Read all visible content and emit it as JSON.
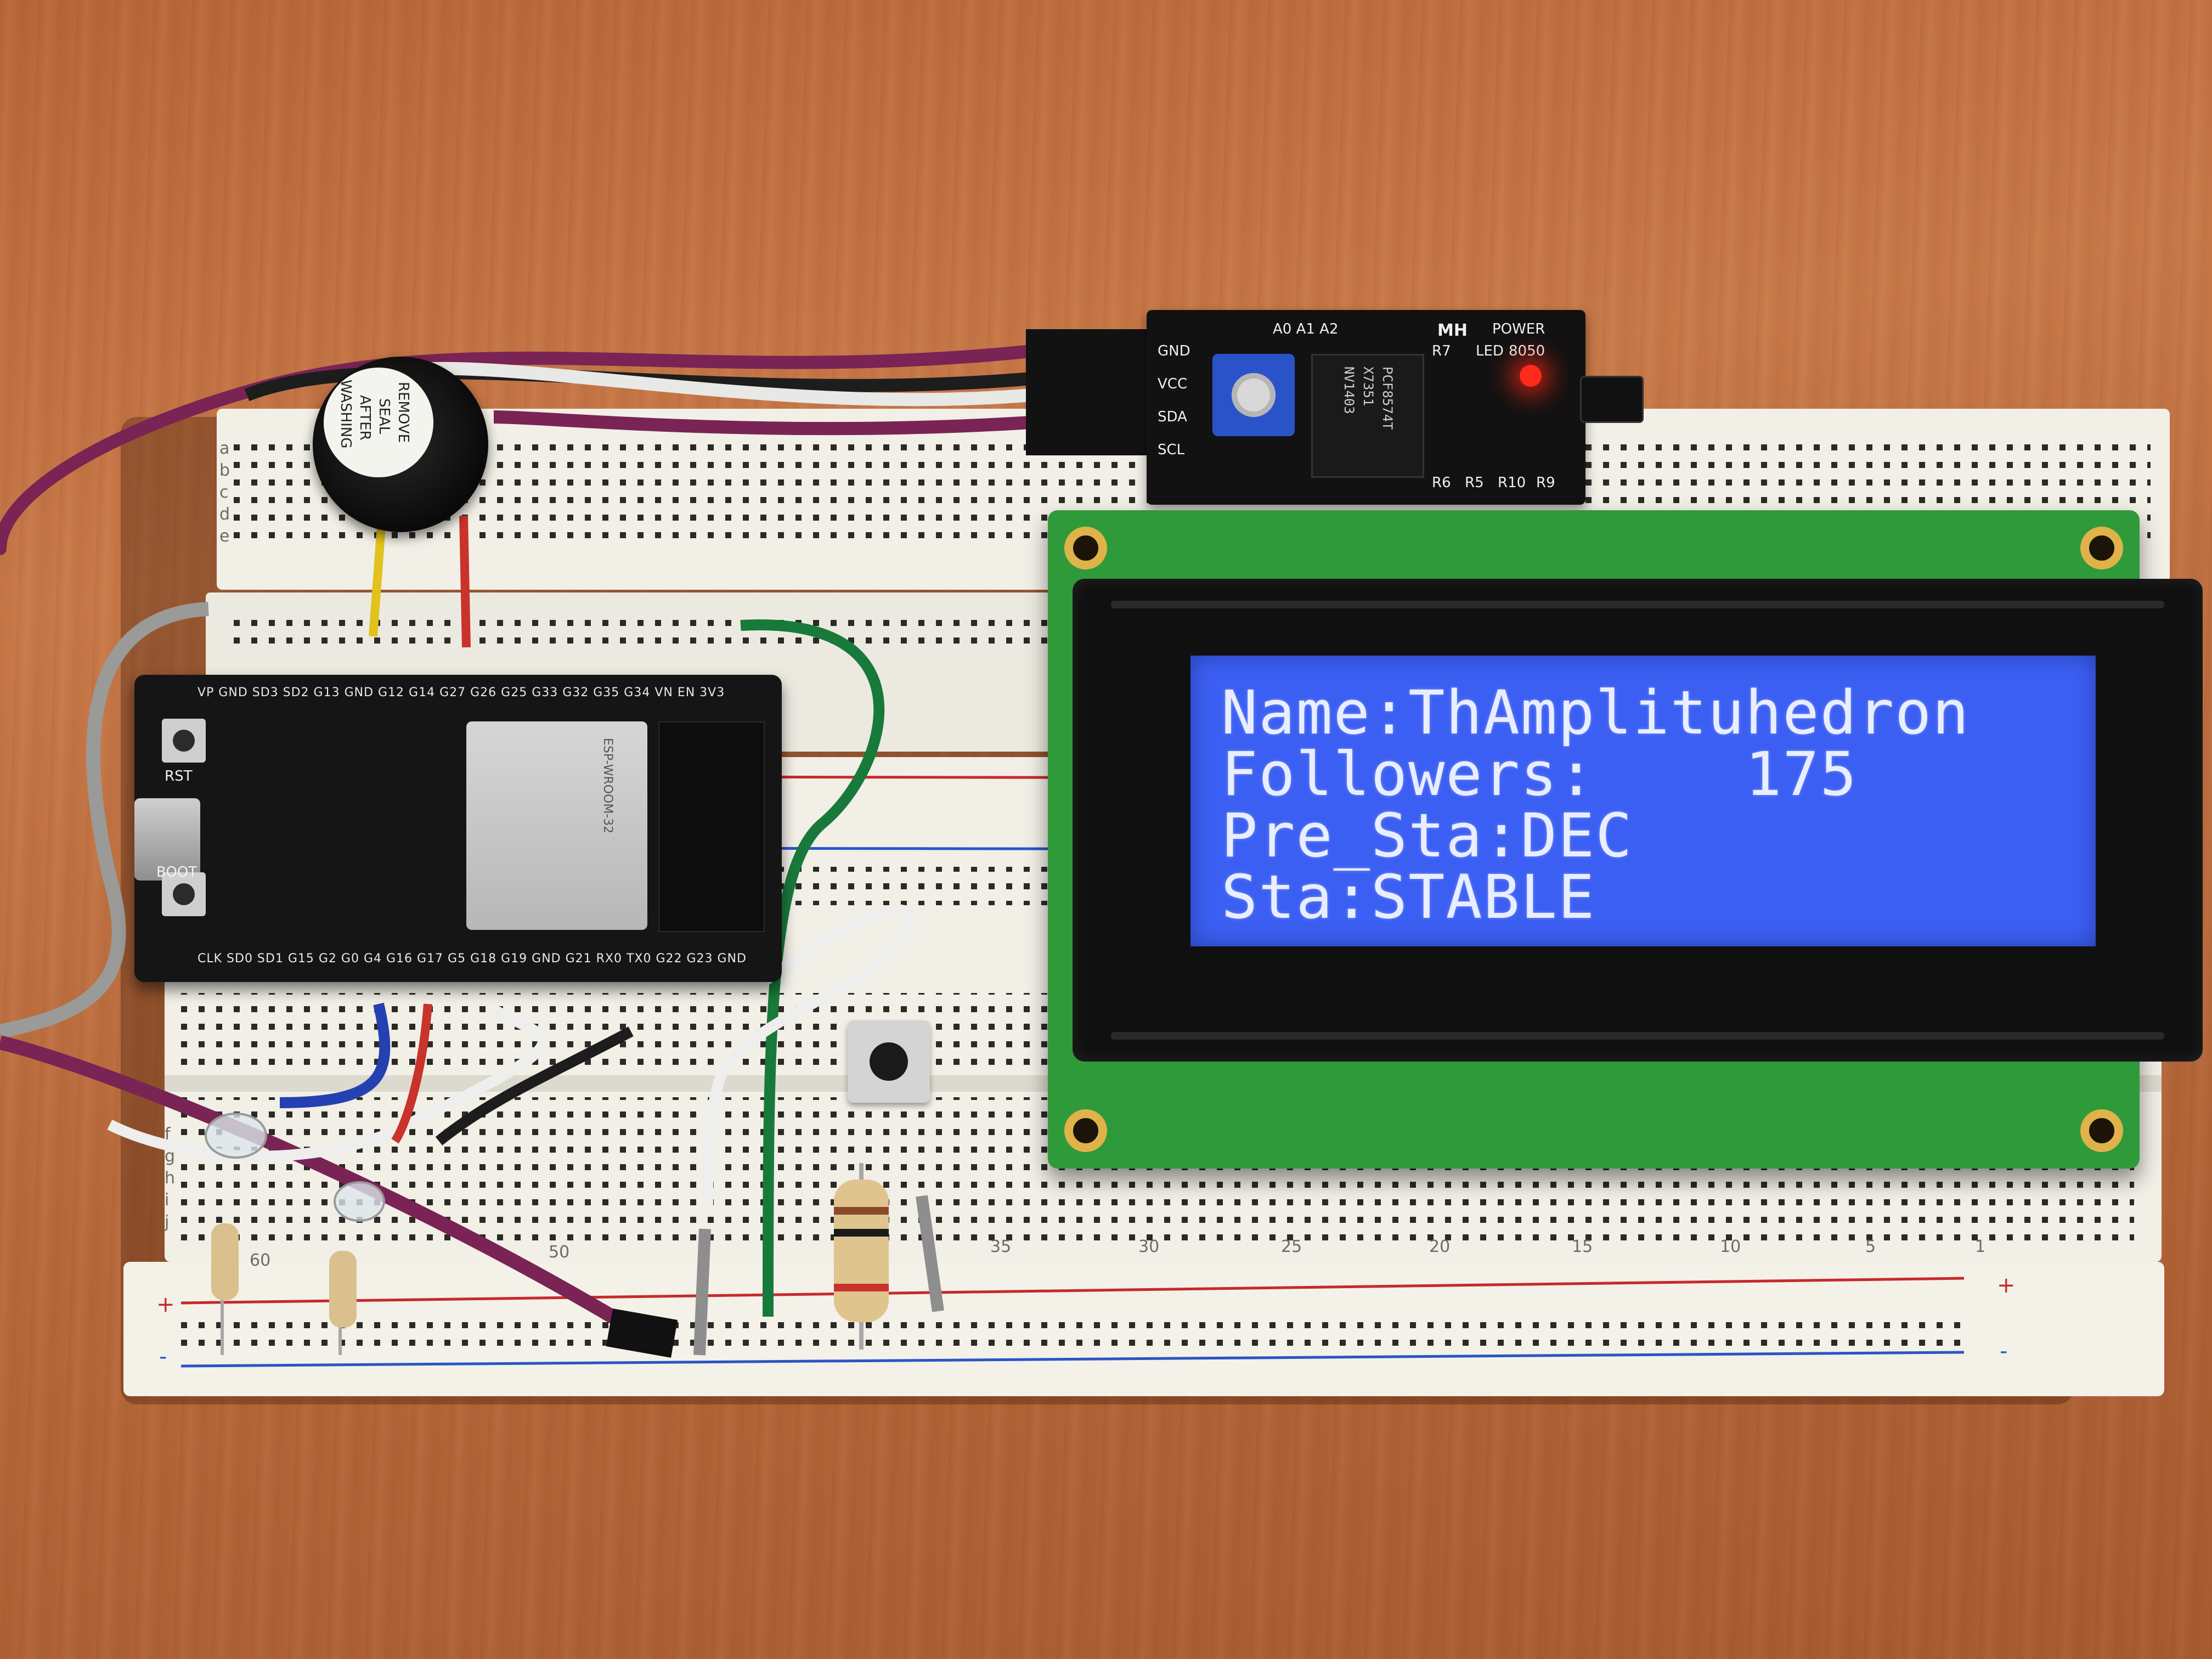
{
  "lcd": {
    "lines": [
      "Name:ThAmplituhedron",
      "Followers:    175",
      "Pre_Sta:DEC",
      "Sta:STABLE"
    ],
    "backlight_color": "#3c5ff3",
    "pcb_color": "#2f9a3a"
  },
  "i2c_module": {
    "brand": "MH",
    "chip": [
      "PCF8574T",
      "X7351",
      "NV1403"
    ],
    "pins": [
      "GND",
      "VCC",
      "SDA",
      "SCL"
    ],
    "silk": [
      "A0 A1 A2",
      "POWER",
      "R6",
      "R5",
      "R10",
      "R9",
      "R7",
      "LED",
      "8050"
    ]
  },
  "esp32": {
    "top_pins": "VP GND SD3 SD2 G13 GND G12 G14 G27 G26 G25 G33 G32 G35 G34 VN EN 3V3",
    "bottom_pins": "CLK SD0 SD1 G15 G2 G0 G4 G16 G17 G5 G18 G19 GND G21 RX0 TX0 G22 G23 GND",
    "module": "ESP-WROOM-32",
    "buttons": [
      "RST",
      "BOOT"
    ]
  },
  "buzzer": {
    "sticker": [
      "REMOVE",
      "SEAL",
      "AFTER",
      "WASHING"
    ]
  },
  "breadboard": {
    "row_letters_top": [
      "a",
      "b",
      "c",
      "d",
      "e"
    ],
    "row_letters_bottom": [
      "f",
      "g",
      "h",
      "i",
      "j"
    ],
    "column_numbers": [
      "60",
      "50",
      "35",
      "30",
      "25",
      "20",
      "15",
      "10",
      "5",
      "1"
    ],
    "rail_marks": [
      "+",
      "-"
    ]
  }
}
